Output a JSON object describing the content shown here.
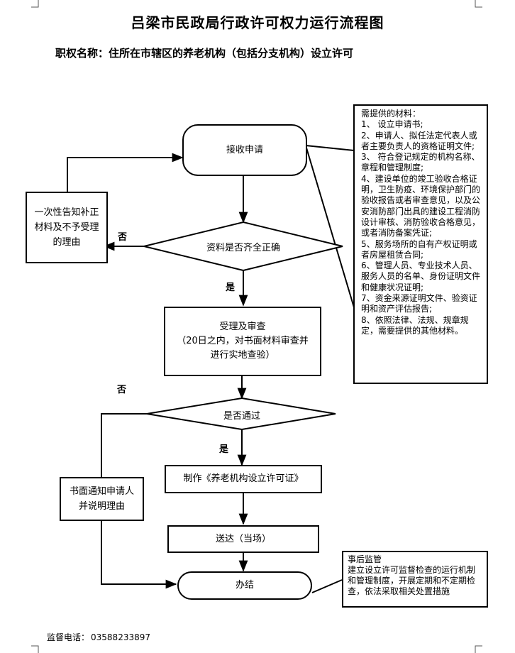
{
  "title": "吕梁市民政局行政许可权力运行流程图",
  "subtitle": "职权名称：住所在市辖区的养老机构（包括分支机构）设立许可",
  "nodes": {
    "receive": "接收申请",
    "check_complete": "资料是否齐全正确",
    "notify_supplement": "一次性告知补正材料及不予受理的理由",
    "review_title": "受理及审查",
    "review_detail": "（20日之内，对书面材料审查并进行实地查验）",
    "pass_decision": "是否通过",
    "make_license": "制作《养老机构设立许可证》",
    "deliver": "送达（当场）",
    "written_notice": "书面通知申请人并说明理由",
    "conclude": "办结"
  },
  "labels": {
    "no_1": "否",
    "yes_1": "是",
    "no_2": "否",
    "yes_2": "是"
  },
  "materials": {
    "heading": "需提供的材料：",
    "items": [
      "1、 设立申请书;",
      "2、申请人、拟任法定代表人或者主要负责人的资格证明文件;",
      "3、 符合登记规定的机构名称、章程和管理制度;",
      "4、建设单位的竣工验收合格证明，卫生防疫、环境保护部门的验收报告或者审查意见，以及公安消防部门出具的建设工程消防设计审核、消防验收合格意见，或者消防备案凭证;",
      "5、服务场所的自有产权证明或者房屋租赁合同;",
      "6、管理人员、专业技术人员、服务人员的名单、身份证明文件和健康状况证明;",
      "7、资金来源证明文件、验资证明和资产评估报告;",
      "8、依照法律、法规、规章规定，需要提供的其他材料。"
    ]
  },
  "supervision": {
    "title": "事后监管",
    "text": "建立设立许可监督检查的运行机制和管理制度，开展定期和不定期检查，依法采取相关处置措施"
  },
  "footer": {
    "label": "监督电话：",
    "phone": "03588233897"
  }
}
